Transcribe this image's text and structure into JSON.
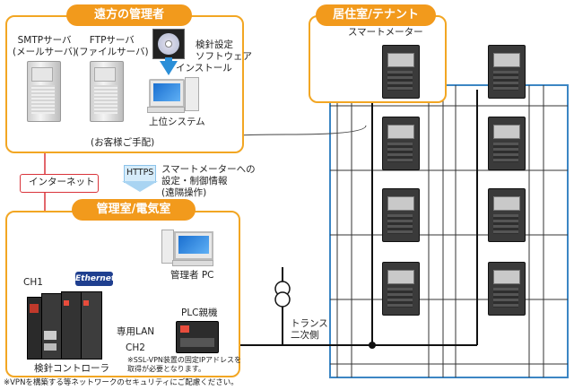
{
  "remote": {
    "title": "遠方の管理者",
    "smtp_label": "SMTPサーバ\n(メールサーバ)",
    "ftp_label": "FTPサーバ\n(ファイルサーバ)",
    "software_label": "検針設定\nソフトウェア",
    "install_label": "インストール",
    "host_label": "上位システム",
    "customer_note": "(お客様ご手配)"
  },
  "internet_label": "インターネット",
  "https": {
    "label": "HTTPS",
    "description": "スマートメーターへの\n設定・制御情報\n(遠隔操作)"
  },
  "control_room": {
    "title": "管理室/電気室",
    "admin_pc_label": "管理者 PC",
    "ch1_label": "CH1",
    "ethernet_label": "Ethernet",
    "controller_label": "検針コントローラ",
    "dedicated_lan_label": "専用LAN",
    "ch2_label": "CH2",
    "plc_label": "PLC親機",
    "vpn_note": "※SSL-VPN装置の固定IPアドレスを\n取得が必要となります。"
  },
  "residential": {
    "title": "居住室/テナント",
    "smart_meter_label": "スマートメーター"
  },
  "transformer_label": "トランス\n二次側",
  "footer_note": "※VPNを構築する等ネットワークのセキュリティにご配慮ください。",
  "colors": {
    "accent_orange": "#f29a1c",
    "box_border": "#f2a623",
    "network_red": "#d9343b",
    "building_blue": "#3c86c4",
    "ethernet_blue": "#1f3f8f"
  }
}
